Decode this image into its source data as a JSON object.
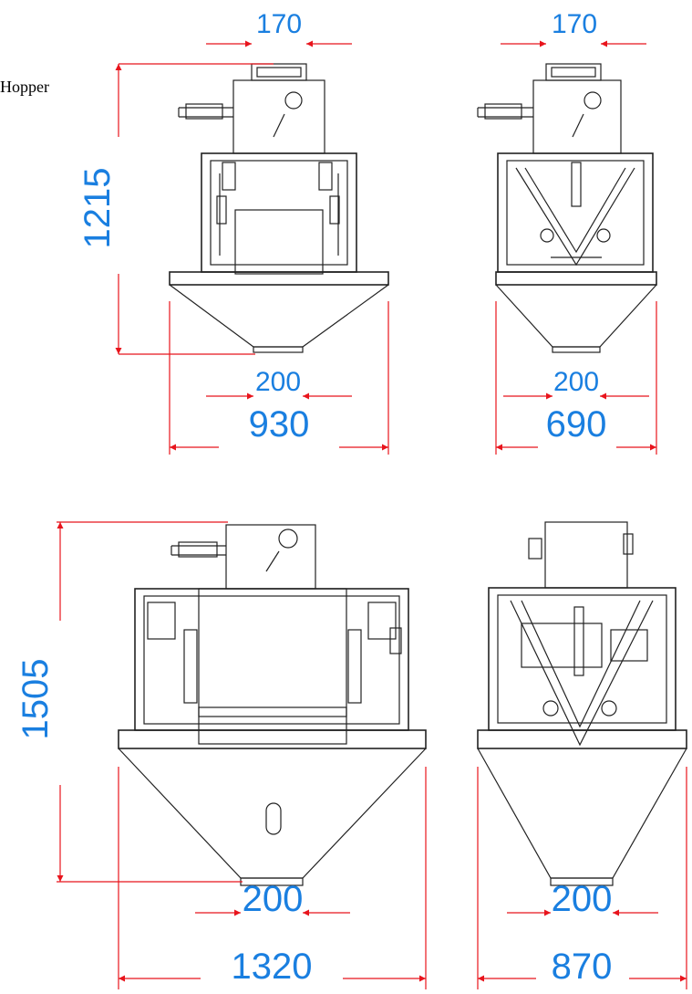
{
  "caption": "Hopper",
  "colors": {
    "dimension_text": "#1a7fe0",
    "dimension_line": "#e8141c",
    "outline": "#222222"
  },
  "views": [
    {
      "name": "small-front",
      "top_width": "170",
      "height": "1215",
      "outlet": "200",
      "width": "930"
    },
    {
      "name": "small-side",
      "top_width": "170",
      "outlet": "200",
      "width": "690"
    },
    {
      "name": "large-front",
      "height": "1505",
      "outlet": "200",
      "width": "1320"
    },
    {
      "name": "large-side",
      "outlet": "200",
      "width": "870"
    }
  ]
}
